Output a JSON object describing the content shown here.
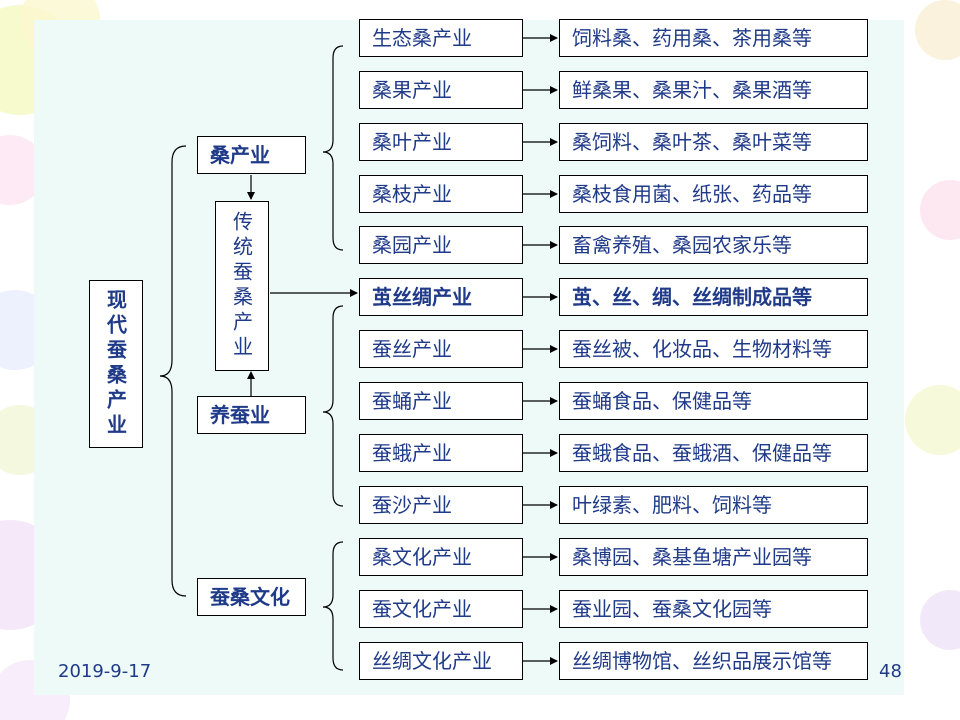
{
  "root": "现代蚕桑产业",
  "mid": {
    "sang": "桑产业",
    "yang": "养蚕业",
    "culture": "蚕桑文化"
  },
  "trad": "传统蚕桑产业",
  "rows": [
    {
      "industry": "生态桑产业",
      "products": "饲料桑、药用桑、茶用桑等"
    },
    {
      "industry": "桑果产业",
      "products": "鲜桑果、桑果汁、桑果酒等"
    },
    {
      "industry": "桑叶产业",
      "products": "桑饲料、桑叶茶、桑叶菜等"
    },
    {
      "industry": "桑枝产业",
      "products": "桑枝食用菌、纸张、药品等"
    },
    {
      "industry": "桑园产业",
      "products": "畜禽养殖、桑园农家乐等"
    },
    {
      "industry": "茧丝绸产业",
      "products": "茧、丝、绸、丝绸制成品等"
    },
    {
      "industry": "蚕丝产业",
      "products": "蚕丝被、化妆品、生物材料等"
    },
    {
      "industry": "蚕蛹产业",
      "products": "蚕蛹食品、保健品等"
    },
    {
      "industry": "蚕蛾产业",
      "products": "蚕蛾食品、蚕蛾酒、保健品等"
    },
    {
      "industry": "蚕沙产业",
      "products": "叶绿素、肥料、饲料等"
    },
    {
      "industry": "桑文化产业",
      "products": "桑博园、桑基鱼塘产业园等"
    },
    {
      "industry": "蚕文化产业",
      "products": "蚕业园、蚕桑文化园等"
    },
    {
      "industry": "丝绸文化产业",
      "products": "丝绸博物馆、丝织品展示馆等"
    }
  ],
  "footer": {
    "date": "2019-9-17",
    "page": "48"
  },
  "colors": {
    "text": "#1f3a88",
    "panel": "#edfaf8",
    "border": "#000000"
  }
}
